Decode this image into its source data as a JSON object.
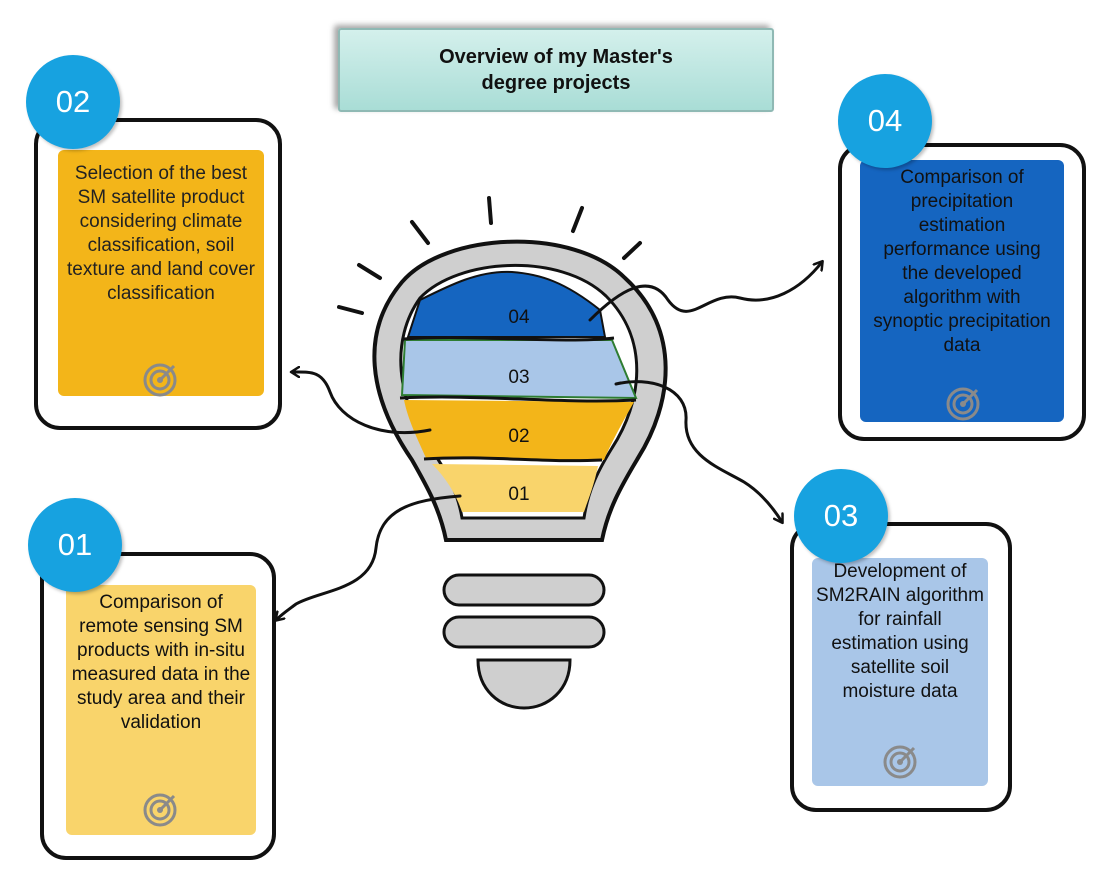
{
  "title": "Overview of my Master's degree projects",
  "colors": {
    "badge": "#17a2e0",
    "project_01": "#f9d46b",
    "project_02": "#f3b519",
    "project_03": "#a9c6e8",
    "project_04": "#1565c0"
  },
  "projects": [
    {
      "number": "02",
      "text": "Selection of the best SM satellite product considering climate classification, soil texture and land cover classification",
      "icon": "target-icon"
    },
    {
      "number": "04",
      "text": "Comparison of precipitation estimation performance using the developed algorithm with synoptic precipitation data",
      "icon": "target-icon"
    },
    {
      "number": "01",
      "text": "Comparison of remote sensing SM products with in-situ measured data in the study area and their validation",
      "icon": "target-icon"
    },
    {
      "number": "03",
      "text": "Development of SM2RAIN algorithm for rainfall estimation using satellite soil moisture data",
      "icon": "target-icon"
    }
  ],
  "bulb_layers": [
    "04",
    "03",
    "02",
    "01"
  ]
}
